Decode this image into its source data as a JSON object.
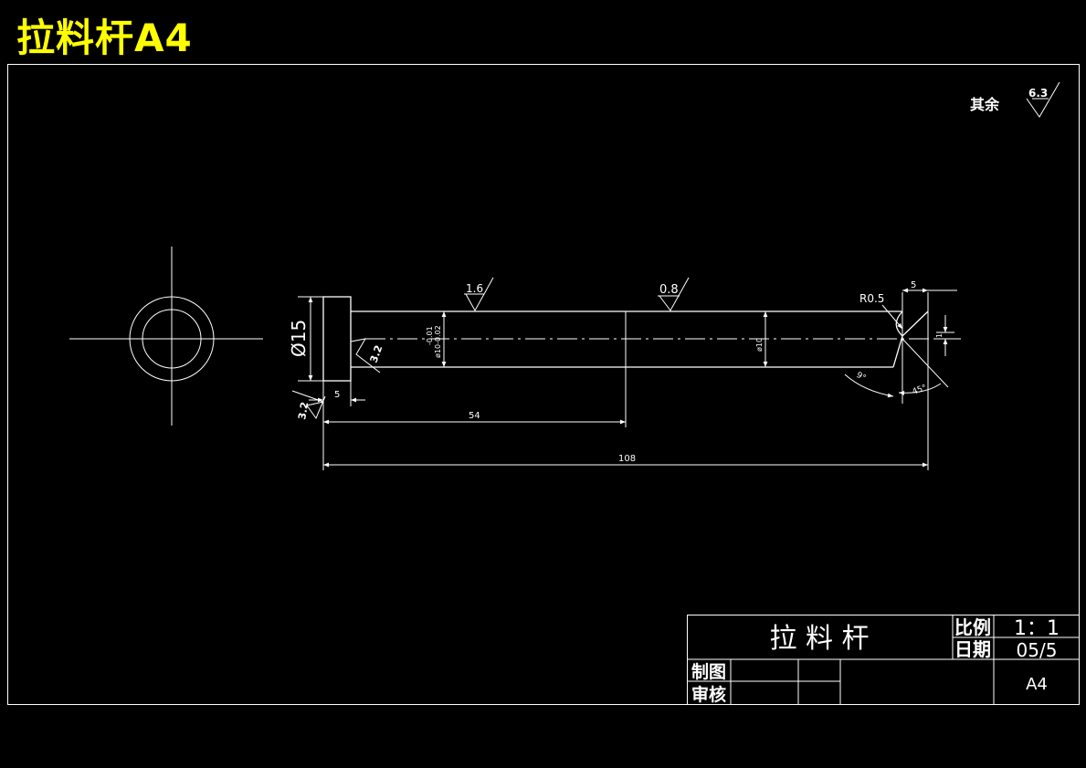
{
  "title": "拉料杆A4",
  "colors": {
    "background": "#000000",
    "lines": "#ffffff",
    "title": "#ffff00"
  },
  "surface_finish": {
    "general_label": "其余",
    "general_value": "6.3",
    "values": [
      "1.6",
      "0.8",
      "3.2",
      "3.2"
    ]
  },
  "dimensions": {
    "head_diameter": "Ø15",
    "shaft_diameter_main": "ø10-0.02",
    "shaft_tolerance_upper": "-0.01",
    "shaft_diameter_secondary": "ø10",
    "tip_radius": "R0.5",
    "tip_length": "5",
    "tip_step": "1",
    "tip_angle": "9°",
    "tip_chamfer_angle": "45°",
    "head_length": "5",
    "mid_length": "54",
    "total_length": "108"
  },
  "title_block": {
    "part_name": "拉 料 杆",
    "scale_label": "比例",
    "scale_value": "1：1",
    "date_label": "日期",
    "date_value": "05/5",
    "drawn_label": "制图",
    "checked_label": "审核",
    "sheet_size": "A4"
  }
}
